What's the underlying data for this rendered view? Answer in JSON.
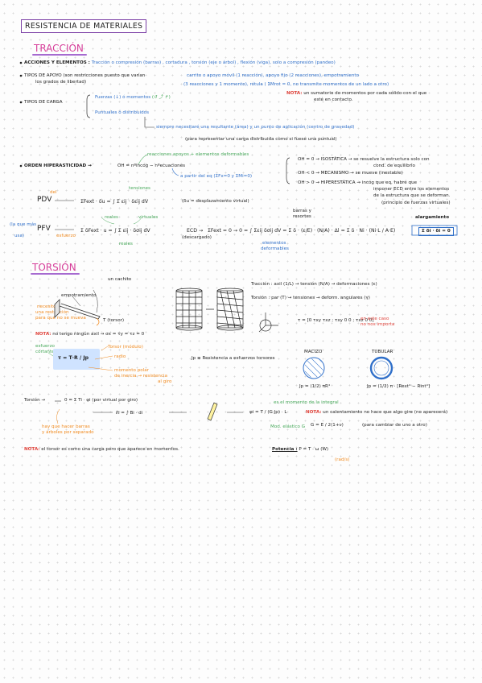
{
  "header": {
    "title": "RESISTENCIA DE MATERIALES"
  },
  "traccion": {
    "title": "TRACCIÓN",
    "acciones_label": "ACCIONES Y ELEMENTOS :",
    "acciones_text": "Tracción o compresión (barras) , cortadura , torsión (eje o árbol) , flexión (viga), solo a compresión (pandeo)",
    "apoyo_label": "TIPOS DE APOYO (son restricciones puesto que varían",
    "apoyo_label2": "los grados de libertad)",
    "apoyo_text1": "carrito o apoyo móvil (1 reacción), apoyo fijo (2 reacciones), empotramiento",
    "apoyo_text2": "(3 reacciones y 1 momento), rótula ( ΣMrot = 0, no transmite momentos de un lado a otro)",
    "nota_label": "NOTA:",
    "nota_text1": "un sumatorio de momentos por cada sólido con el que",
    "nota_text2": "esté en contacto.",
    "carga_label": "TIPOS DE CARGA",
    "carga_item1": "Fuerzas (↓) ó momentos",
    "carga_item1b": "(↺ ⤴ ↱)",
    "carga_item2": "Puntuales ó distribuidos",
    "carga_item3": "siempre necesitaré una resultante (área) y un punto de aplicación (centro de gravedad)",
    "carga_item4": "(para representar una carga distribuida como si fuese una puntual)",
    "orden_label": "ORDEN HIPERASTICIDAD →",
    "orden_formula": "OH = nºincóg − nºecuaciones",
    "orden_top": "reacciones apoyos + elementos deformables",
    "orden_bottom": "a partir del eq (ΣFx=0 y ΣMi=0)",
    "oh_line1": "OH = 0 → ISOSTÁTICA → se resuelve la estructura solo con",
    "oh_line1b": "cond. de equilibrio",
    "oh_line2": "OH < 0 → MECANISMO → se mueve (inestable)",
    "oh_line3": "OH > 0 → HIPERESTÁTICA → incóg que eq, habré que",
    "oh_line4": "imponer ECD entre los elementos",
    "oh_line5": "de la estructura que se deforman.",
    "oh_line6": "(principio de fuerzas virtuales)",
    "pdv_label": "PDV",
    "pdv_del": "del",
    "pdv_formula": "ΣFext · δu = ∫ Σ εij · δεij dV",
    "pdv_top": "tensiones",
    "pdv_note": "(δu = desplazamiento virtual)",
    "pfv_left": "(la que más",
    "pfv_left2": "usa)",
    "pfv_label": "PFV",
    "pfv_formula": "Σ δFext · u = ∫ Σ εij · δσij dV",
    "pfv_sub": "esfuerzo",
    "pfv_real": "reales",
    "pfv_virtual": "virtuales",
    "pfv_reales2": "reales",
    "ecd_label": "ECD →",
    "ecd_sub": "(descargado)",
    "ecd_formula": "ΣFext = 0 → 0 = ∫ Σεij δσij dV = Σ δ · (ε/E) · (N/A) · Δl = Σ δ · Ni · (Ni·L / A·E)",
    "ecd_note1": "barras y",
    "ecd_note2": "resortes",
    "ecd_note3": "elementos",
    "ecd_note4": "deformables",
    "ecd_alarg": "alargamiento",
    "ecd_final": "Σ δi · δi = 0"
  },
  "torsion": {
    "title": "TORSIÓN",
    "cachito": "un cachito",
    "empotramiento": "empotramiento",
    "restringe": "necesito",
    "restringe2": "una restricción",
    "restringe3": "para que no se mueva",
    "torsor_label": "T (torsor)",
    "nota_label": "NOTA:",
    "nota_text": "no tengo ningún axil → σx = τy = τz = 0",
    "traccion_line": "Tracción : axil (1/L) → tensión (N/A) → deformaciones (ε)",
    "torsion_line": "Torsión : par (T) → tensiones → deform. angulares (γ)",
    "tau_matrix": "τ = [0 τxy τxz ; τxy 0 0 ; τxz 0 0]",
    "tau_note1": "en este caso",
    "tau_note2": "no nos importa",
    "esfuerzo_label1": "esfuerzo",
    "esfuerzo_label2": "cortante",
    "torsor_mod": "Torsor (módulo)",
    "radio": "radio",
    "momento_polar": "momento polar",
    "momento_polar2": "de inercia → resistencia",
    "momento_polar3": "al giro",
    "tau_formula": "τ = T·R / Jp",
    "jp_def": "Jp ≡ Resistencia a esfuerzos torsores",
    "macizo": "MACIZO",
    "tubular": "TUBULAR",
    "jp_macizo": "Jp = (1/2) πR⁴",
    "jp_tubular": "Jp = (1/2) π · [Rext⁴ − Rint⁴]",
    "torsion_label": "Torsión →",
    "torsion_formula": "0 = Σ Ti · φi   (por virtual por giro)",
    "pk_formula": "ℓt = ∫ Bi · di",
    "phi_formula": "φi = T / (G·Jp) · L",
    "phi_note": "es el momento de la integral",
    "nota2_label": "NOTA:",
    "nota2_text": "un calentamiento no hace que algo gire (no aparecerá)",
    "g_label": "Mod. elástico G",
    "g_formula": "G = E / 2(1+ν)",
    "g_note": "(para cambiar de uno a otro)",
    "barras_note1": "hay que hacer barras",
    "barras_note2": "y árboles por separado",
    "nota3_label": "NOTA:",
    "nota3_text": "el torsor es como una carga pero que aparece en momentos.",
    "potencia_label": "Potencia :",
    "potencia_formula": "P = T · ω (W)",
    "potencia_unit": "(rad/s)"
  },
  "colors": {
    "accent_pink": "#d63f9a",
    "accent_purple": "#8c54c9",
    "orange": "#f08a1f",
    "green": "#47a85a",
    "blue": "#2f6fc9",
    "red": "#e0443c"
  }
}
